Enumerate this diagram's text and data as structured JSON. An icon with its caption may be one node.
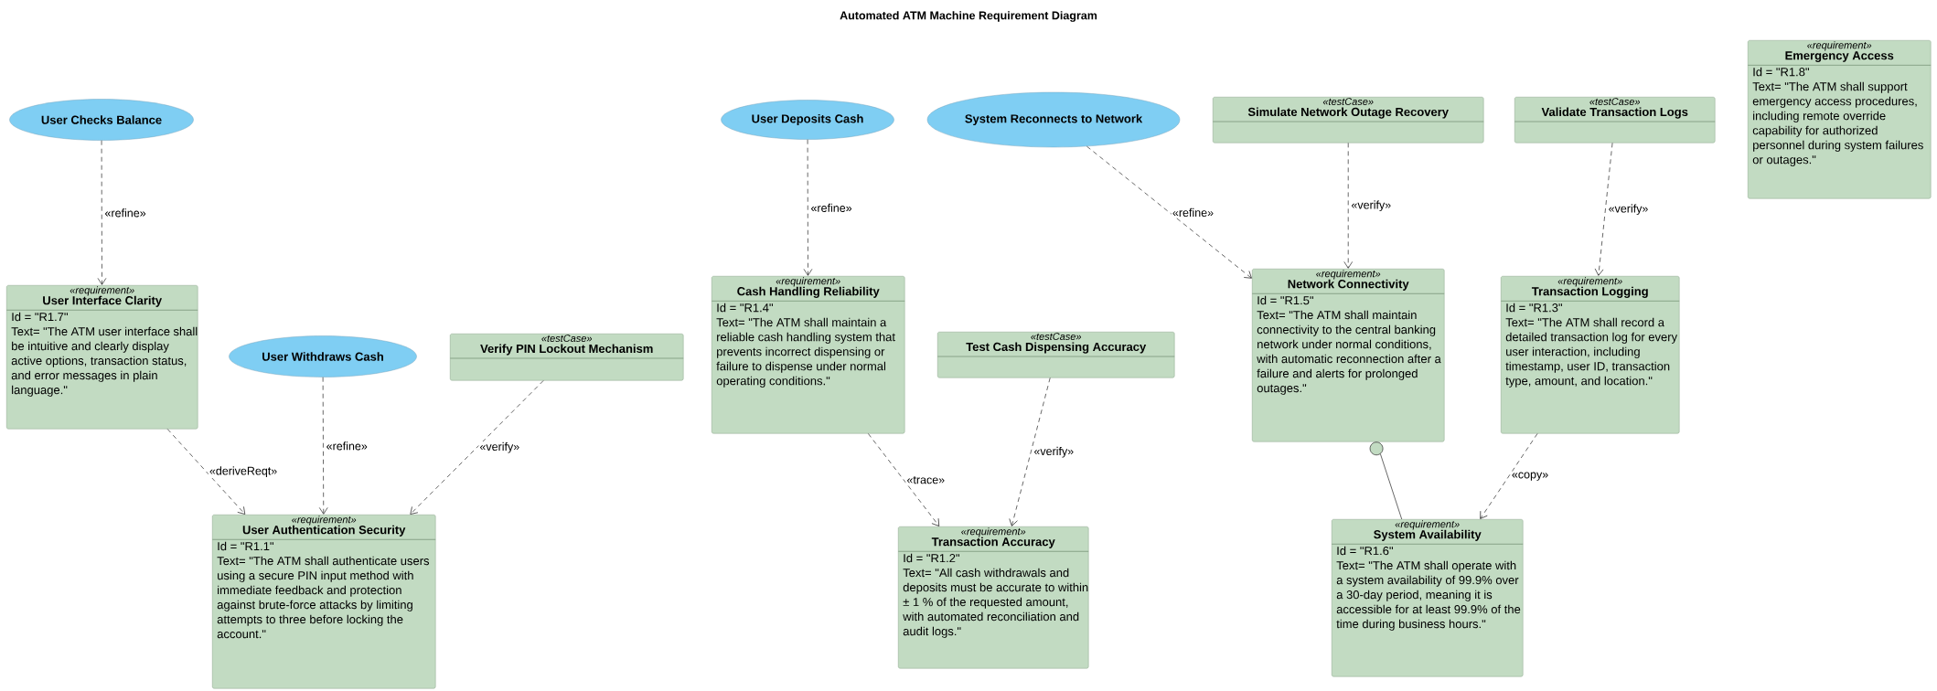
{
  "diagram": {
    "title": "Automated ATM Machine Requirement Diagram",
    "nodes": [
      {
        "text": [
          "User Checks Balance"
        ]
      },
      {
        "text": [
          "User Deposits Cash"
        ]
      },
      {
        "text": [
          "System Reconnects to Network"
        ]
      },
      {
        "text": [
          "«testCase»",
          "Simulate Network Outage Recovery"
        ]
      },
      {
        "text": [
          "«testCase»",
          "Validate Transaction Logs"
        ]
      },
      {
        "text": [
          "«requirement»",
          "Emergency Access",
          "Id = \"R1.8\"",
          "Text= \"The ATM shall support emergency access procedures, including remote override capability for authorized personnel during system failures or outages.\""
        ]
      },
      {
        "text": [
          "«requirement»",
          "User Interface Clarity",
          "Id = \"R1.7\"",
          "Text= \"The ATM user interface shall be intuitive and clearly display active options, transaction status, and error messages in plain language.\""
        ]
      },
      {
        "text": [
          "«requirement»",
          "Cash Handling Reliability",
          "Id = \"R1.4\"",
          "Text= \"The ATM shall maintain a reliable cash handling system that prevents incorrect dispensing or failure to dispense under normal operating conditions.\""
        ]
      },
      {
        "text": [
          "«requirement»",
          "Network Connectivity",
          "Id = \"R1.5\"",
          "Text= \"The ATM shall maintain connectivity to the central banking network under normal conditions, with automatic reconnection after a failure and alerts for prolonged outages.\""
        ]
      },
      {
        "text": [
          "«requirement»",
          "Transaction Logging",
          "Id = \"R1.3\"",
          "Text= \"The ATM shall record a detailed transaction log for every user interaction, including timestamp, user ID, transaction type, amount, and location.\""
        ]
      },
      {
        "text": [
          "User Withdraws Cash"
        ]
      },
      {
        "text": [
          "«testCase»",
          "Verify PIN Lockout Mechanism"
        ]
      },
      {
        "text": [
          "«testCase»",
          "Test Cash Dispensing Accuracy"
        ]
      },
      {
        "text": [
          "«requirement»",
          "User Authentication Security",
          "Id = \"R1.1\"",
          "Text= \"The ATM shall authenticate users using a secure PIN input method with immediate feedback and protection against brute-force attacks by limiting attempts to three before locking the account.\""
        ]
      },
      {
        "text": [
          "«requirement»",
          "Transaction Accuracy",
          "Id = \"R1.2\"",
          "Text= \"All cash withdrawals and deposits must be accurate to within ± 1 % of the requested amount, with automated reconciliation and audit logs.\""
        ]
      },
      {
        "text": [
          "«requirement»",
          "System Availability",
          "Id = \"R1.6\"",
          "Text= \"The ATM shall operate with a system availability of 99.9% over a 30-day period, meaning it is accessible for at least 99.9% of the time during business hours.\""
        ]
      }
    ],
    "edges": [
      {
        "from": 0,
        "to": 6,
        "arrow": "to",
        "label": "«refine»",
        "style": "dashed"
      },
      {
        "from": 1,
        "to": 7,
        "arrow": "to",
        "label": "«refine»",
        "style": "dashed"
      },
      {
        "from": 2,
        "to": 8,
        "arrow": "to",
        "label": "«refine»",
        "style": "dashed"
      },
      {
        "from": 3,
        "to": 8,
        "arrow": "to",
        "label": "«verify»",
        "style": "dashed"
      },
      {
        "from": 4,
        "to": 9,
        "arrow": "to",
        "label": "«verify»",
        "style": "dashed"
      },
      {
        "from": 6,
        "to": 13,
        "arrow": "to",
        "label": "«deriveReqt»",
        "style": "dashed"
      },
      {
        "from": 10,
        "to": 13,
        "arrow": "to",
        "label": "«refine»",
        "style": "dashed"
      },
      {
        "from": 11,
        "to": 13,
        "arrow": "to",
        "label": "«verify»",
        "style": "dashed"
      },
      {
        "from": 7,
        "to": 14,
        "arrow": "to",
        "label": "«trace»",
        "style": "dashed"
      },
      {
        "from": 12,
        "to": 14,
        "arrow": "to",
        "label": "«verify»",
        "style": "dashed"
      },
      {
        "from": 9,
        "to": 15,
        "arrow": "to",
        "label": "«copy»",
        "style": "dashed"
      },
      {
        "from": 8,
        "to": 15,
        "arrow": "other"
      }
    ]
  }
}
